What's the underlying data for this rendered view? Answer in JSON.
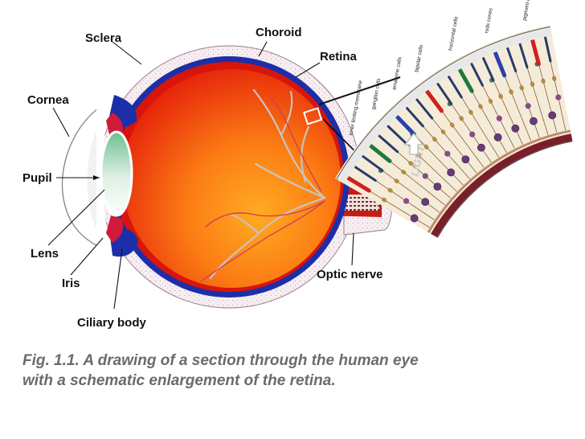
{
  "labels": {
    "sclera": "Sclera",
    "choroid": "Choroid",
    "retina": "Retina",
    "cornea": "Cornea",
    "pupil": "Pupil",
    "lens": "Lens",
    "iris": "Iris",
    "ciliary_body": "Ciliary body",
    "optic_nerve": "Optic nerve"
  },
  "enlargement": {
    "light_label": "LIGHT",
    "layers": [
      "inner limiting membrane",
      "ganglion cells",
      "amacrine cells",
      "bipolar cells",
      "horizontal cells",
      "rods cones",
      "pigment epithelium"
    ]
  },
  "caption": {
    "line1": "Fig. 1.1. A drawing of a section through the human eye",
    "line2": "with a schematic enlargement of the retina."
  },
  "colors": {
    "vitreous_red": "#e8250a",
    "vitreous_orange": "#ffa51e",
    "choroid_blue": "#1c2fa8",
    "sclera_fill": "#f6eef3",
    "lens_green": "#82c7a0",
    "vessels": "#c9c4bd",
    "caption_gray": "#6b6b6b"
  }
}
